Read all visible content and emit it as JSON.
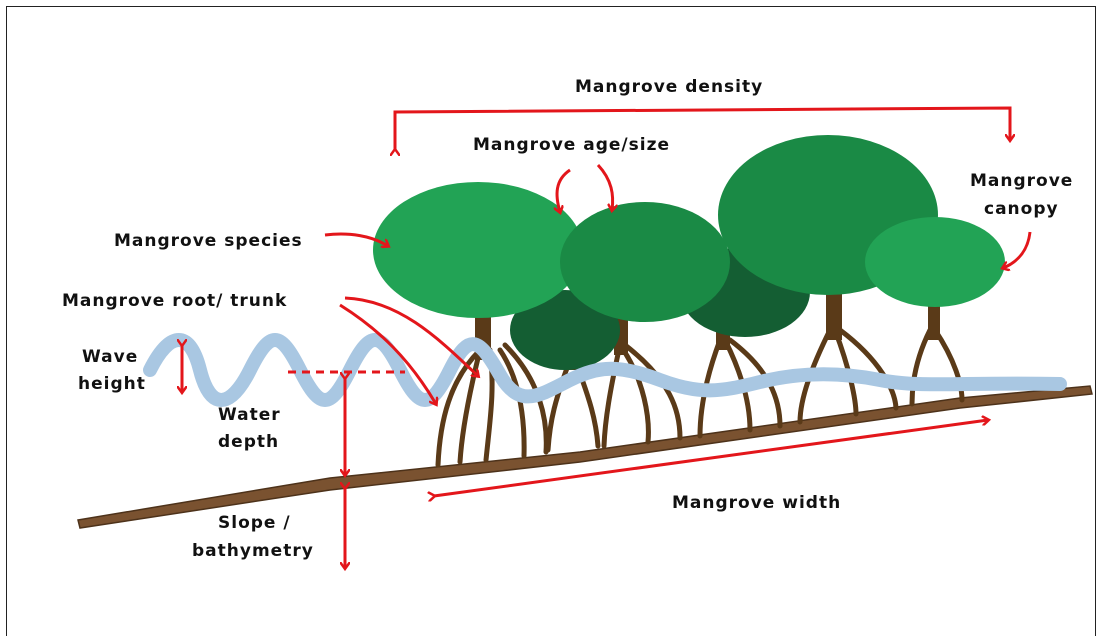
{
  "labels": {
    "density": "Mangrove density",
    "age_size": "Mangrove age/size",
    "canopy_line1": "Mangrove",
    "canopy_line2": "canopy",
    "species": "Mangrove species",
    "root_trunk": "Mangrove root/ trunk",
    "wave_line1": "Wave",
    "wave_line2": "height",
    "water_line1": "Water",
    "water_line2": "depth",
    "slope_line1": "Slope /",
    "slope_line2": "bathymetry",
    "width": "Mangrove width"
  },
  "colors": {
    "arrow": "#e3161b",
    "water": "#a9c7e2",
    "ground": "#7a5230",
    "root": "#5a3a18",
    "tree_light": "#22a355",
    "tree_mid": "#1a8a45",
    "tree_dark": "#145e33"
  }
}
